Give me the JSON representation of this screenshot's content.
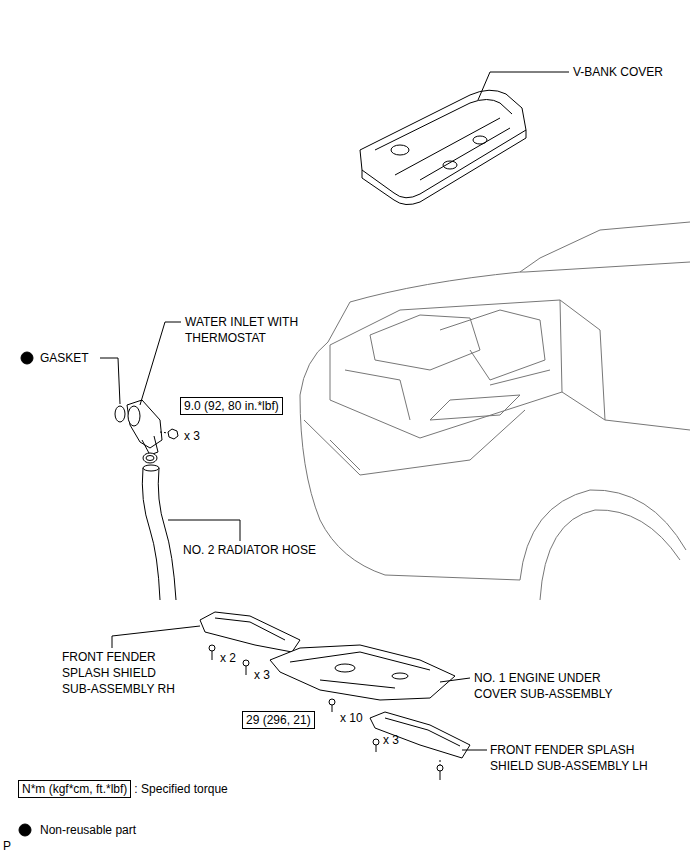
{
  "diagram": {
    "nodes": [
      {
        "text": [
          "9.0 (92, 80 in.*lbf)"
        ]
      },
      {
        "text": [
          "29 (296, 21)"
        ]
      },
      {
        "text": [
          "N*m (kgf*cm, ft.*lbf)"
        ]
      }
    ],
    "labels": [
      "V-BANK COVER",
      "WATER INLET WITH THERMOSTAT",
      "GASKET",
      "x 3",
      "NO. 2 RADIATOR HOSE",
      "FRONT FENDER SPLASH SHIELD SUB-ASSEMBLY RH",
      "x 2",
      "x 3",
      "NO. 1 ENGINE UNDER COVER SUB-ASSEMBLY",
      "x 10",
      "x 3",
      "FRONT FENDER SPLASH SHIELD SUB-ASSEMBLY LH",
      "P"
    ],
    "legend": [
      {
        "text": ": Specified torque"
      },
      {
        "text": "Non-reusable part"
      }
    ]
  }
}
